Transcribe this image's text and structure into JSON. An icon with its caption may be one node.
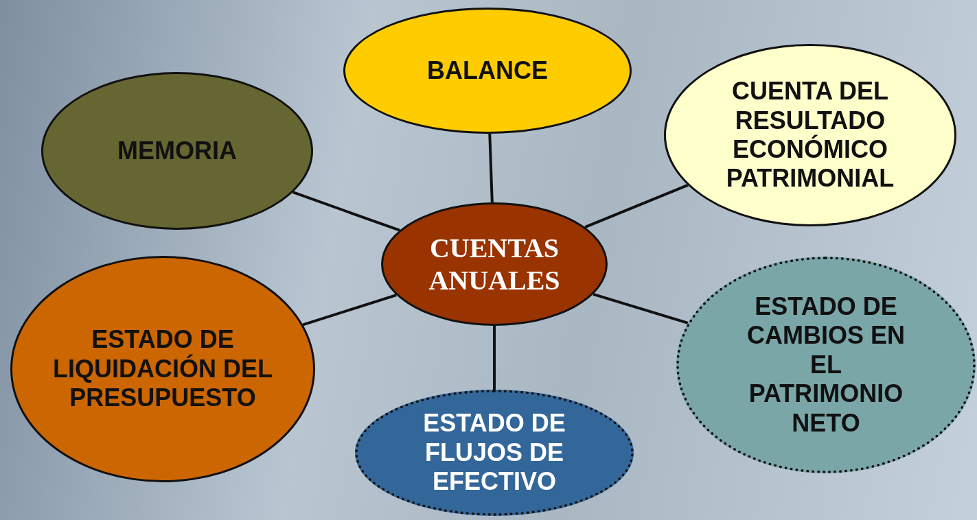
{
  "diagram": {
    "nodes": [
      {
        "text": [
          "CUENTAS ANUALES"
        ]
      },
      {
        "text": [
          "BALANCE"
        ]
      },
      {
        "text": [
          "MEMORIA"
        ]
      },
      {
        "text": [
          "CUENTA DEL RESULTADO ECONÓMICO PATRIMONIAL"
        ]
      },
      {
        "text": [
          "ESTADO DE LIQUIDACIÓN DEL PRESUPUESTO"
        ]
      },
      {
        "text": [
          "ESTADO DE CAMBIOS EN EL PATRIMONIO NETO"
        ]
      },
      {
        "text": [
          "ESTADO DE FLUJOS DE EFECTIVO"
        ]
      }
    ],
    "edges": [
      {
        "from": 0,
        "to": 1,
        "arrow": "none"
      },
      {
        "from": 0,
        "to": 2,
        "arrow": "none"
      },
      {
        "from": 0,
        "to": 3,
        "arrow": "none"
      },
      {
        "from": 0,
        "to": 4,
        "arrow": "none"
      },
      {
        "from": 0,
        "to": 5,
        "arrow": "none"
      },
      {
        "from": 0,
        "to": 6,
        "arrow": "none"
      }
    ]
  }
}
